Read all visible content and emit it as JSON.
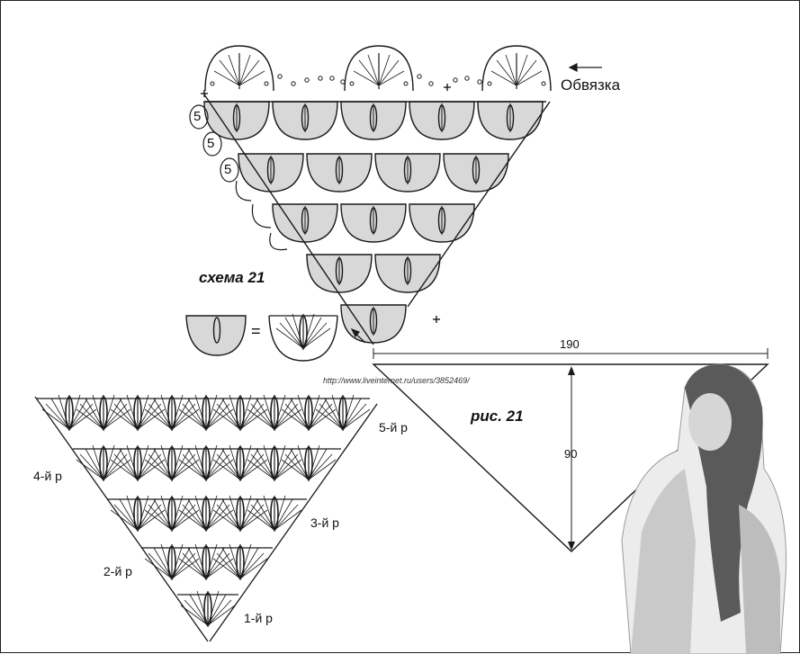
{
  "labels": {
    "obvyazka": "Обвязка",
    "scheme": "схема 21",
    "figure": "рис. 21",
    "url": "http://www.liveinternet.ru/users/3852469/",
    "equals": "="
  },
  "dimensions": {
    "width": "190",
    "height": "90"
  },
  "loop_counts": [
    "5",
    "5",
    "5"
  ],
  "row_labels": {
    "r1": "1-й р",
    "r2": "2-й р",
    "r3": "3-й р",
    "r4": "4-й р",
    "r5": "5-й р"
  },
  "colors": {
    "shade": "#d8d8d8",
    "ink": "#1a1a1a",
    "paper": "#ffffff"
  }
}
